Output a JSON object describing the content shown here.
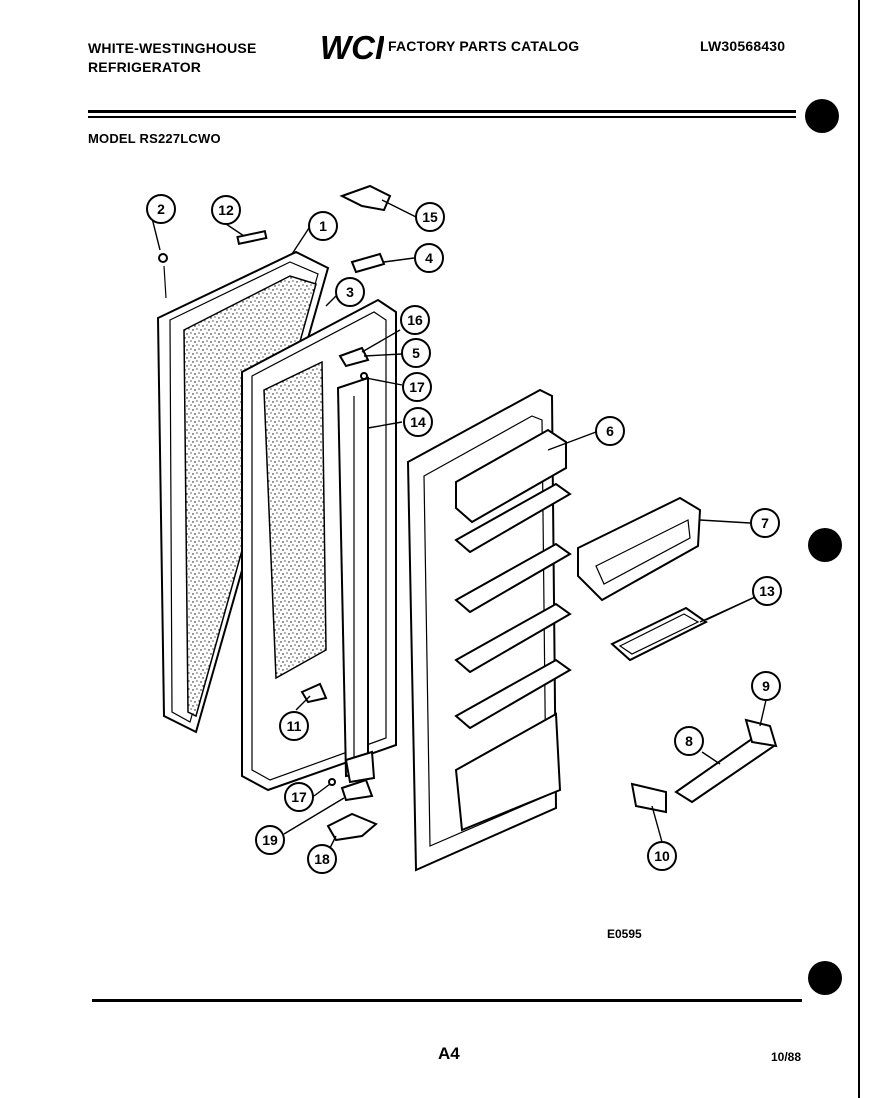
{
  "header": {
    "brand_line1": "WHITE-WESTINGHOUSE",
    "brand_line2": "REFRIGERATOR",
    "catalog_title": "FACTORY PARTS CATALOG",
    "logo_text": "WCI",
    "document_number": "LW30568430",
    "model_label": "MODEL RS227LCWO"
  },
  "diagram": {
    "code": "E0595",
    "callouts": [
      "1",
      "2",
      "3",
      "4",
      "5",
      "6",
      "7",
      "8",
      "9",
      "10",
      "11",
      "12",
      "13",
      "14",
      "15",
      "16",
      "17",
      "17",
      "18",
      "19"
    ]
  },
  "footer": {
    "page_id": "A4",
    "revision_date": "10/88"
  }
}
